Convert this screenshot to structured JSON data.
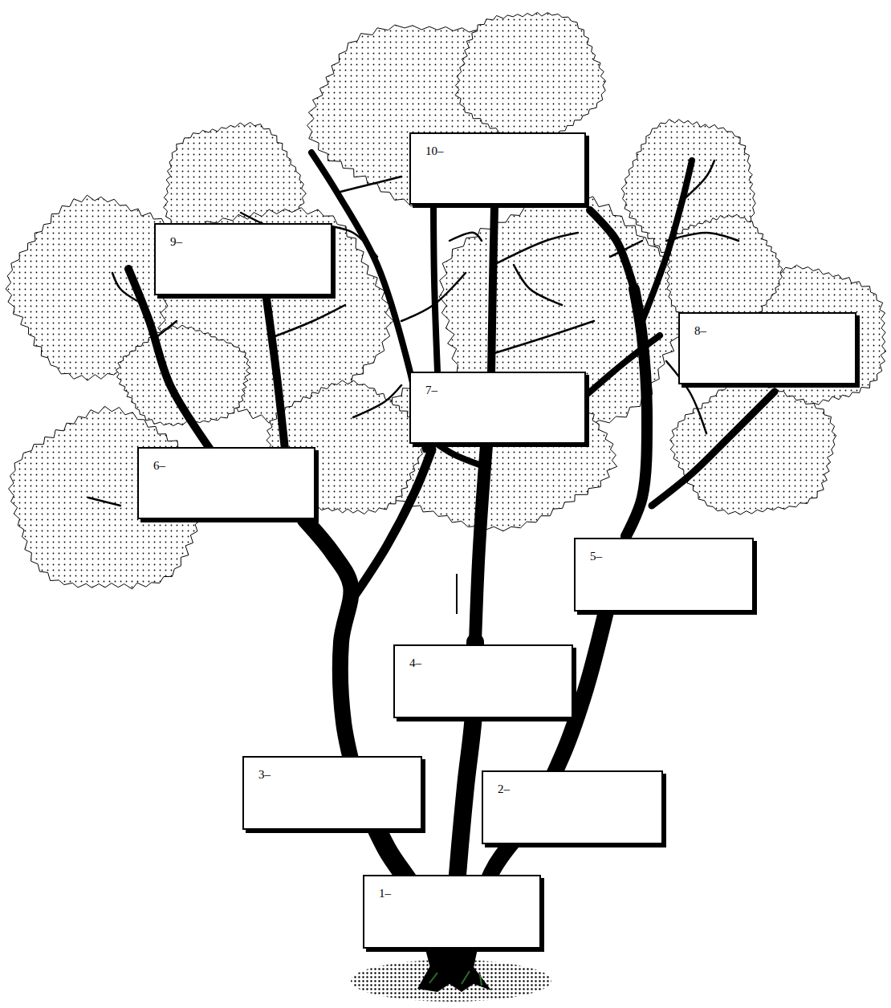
{
  "diagram": {
    "nodes": [
      {
        "text": [
          "1–"
        ]
      },
      {
        "text": [
          "2–"
        ]
      },
      {
        "text": [
          "3–"
        ]
      },
      {
        "text": [
          "4–"
        ]
      },
      {
        "text": [
          "5–"
        ]
      },
      {
        "text": [
          "6–"
        ]
      },
      {
        "text": [
          "7–"
        ]
      },
      {
        "text": [
          "8–"
        ]
      },
      {
        "text": [
          "9–"
        ]
      },
      {
        "text": [
          "10–"
        ]
      }
    ]
  }
}
